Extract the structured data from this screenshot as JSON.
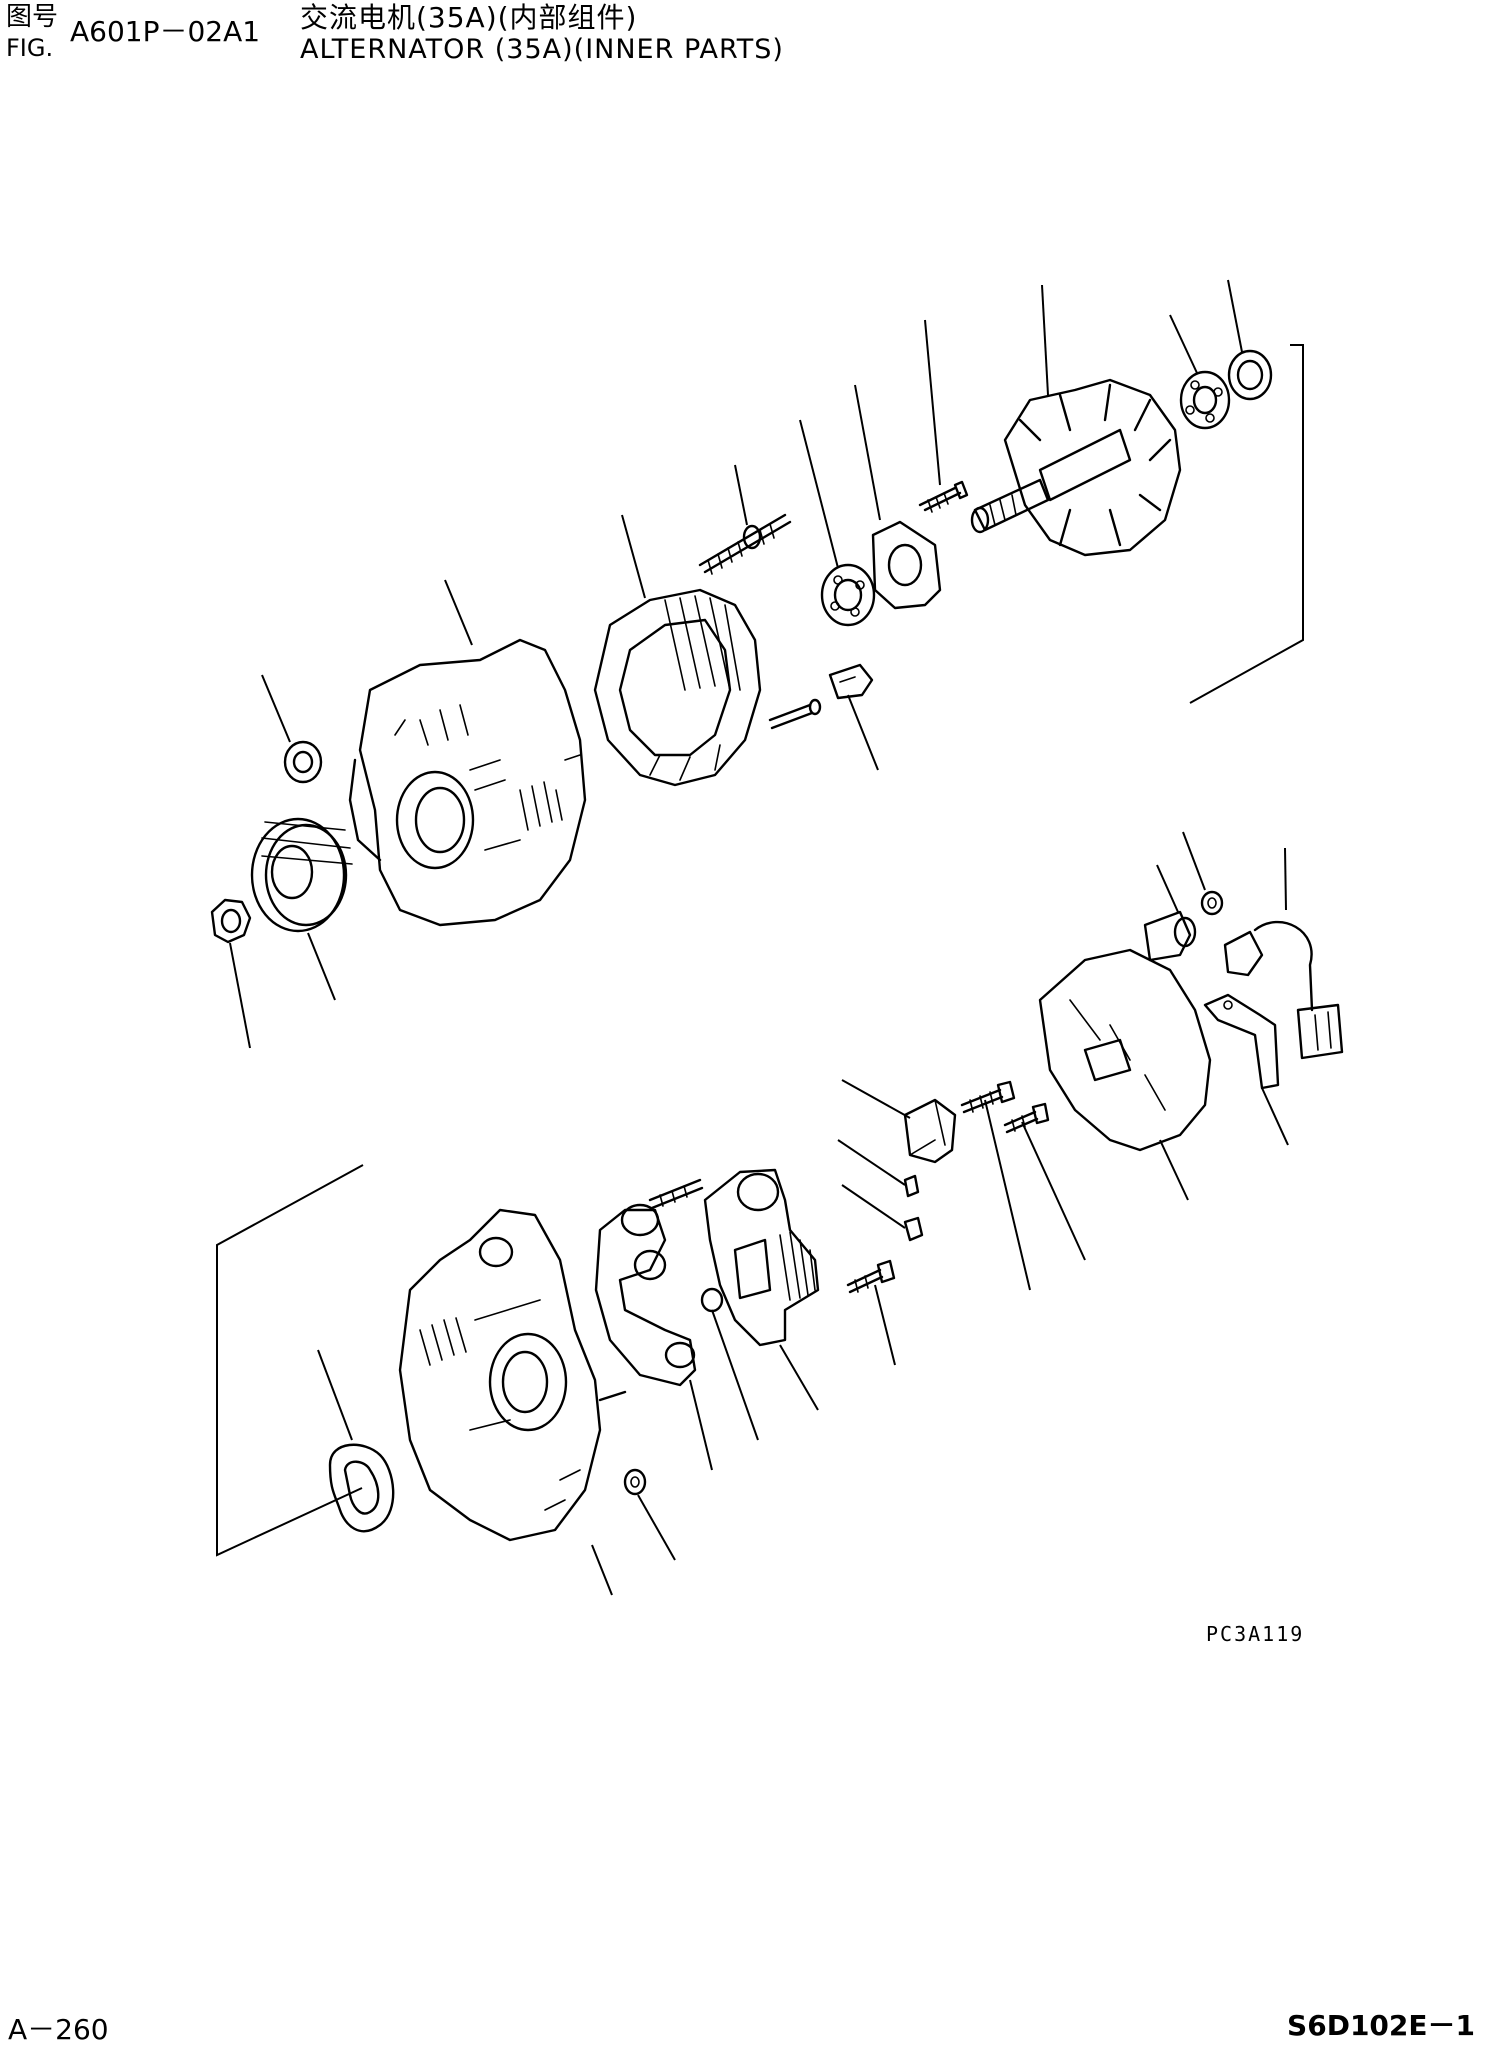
{
  "header": {
    "fig_label_cn": "图号",
    "fig_label_en": "FIG.",
    "fig_number": "A601P－02A1",
    "title_cn": "交流电机(35A)(内部组件)",
    "title_en": "ALTERNATOR (35A)(INNER PARTS)"
  },
  "diagram": {
    "drawing_code": "PC3A119"
  },
  "footer": {
    "page_number": "A－260",
    "model_code": "S6D102E－1"
  }
}
